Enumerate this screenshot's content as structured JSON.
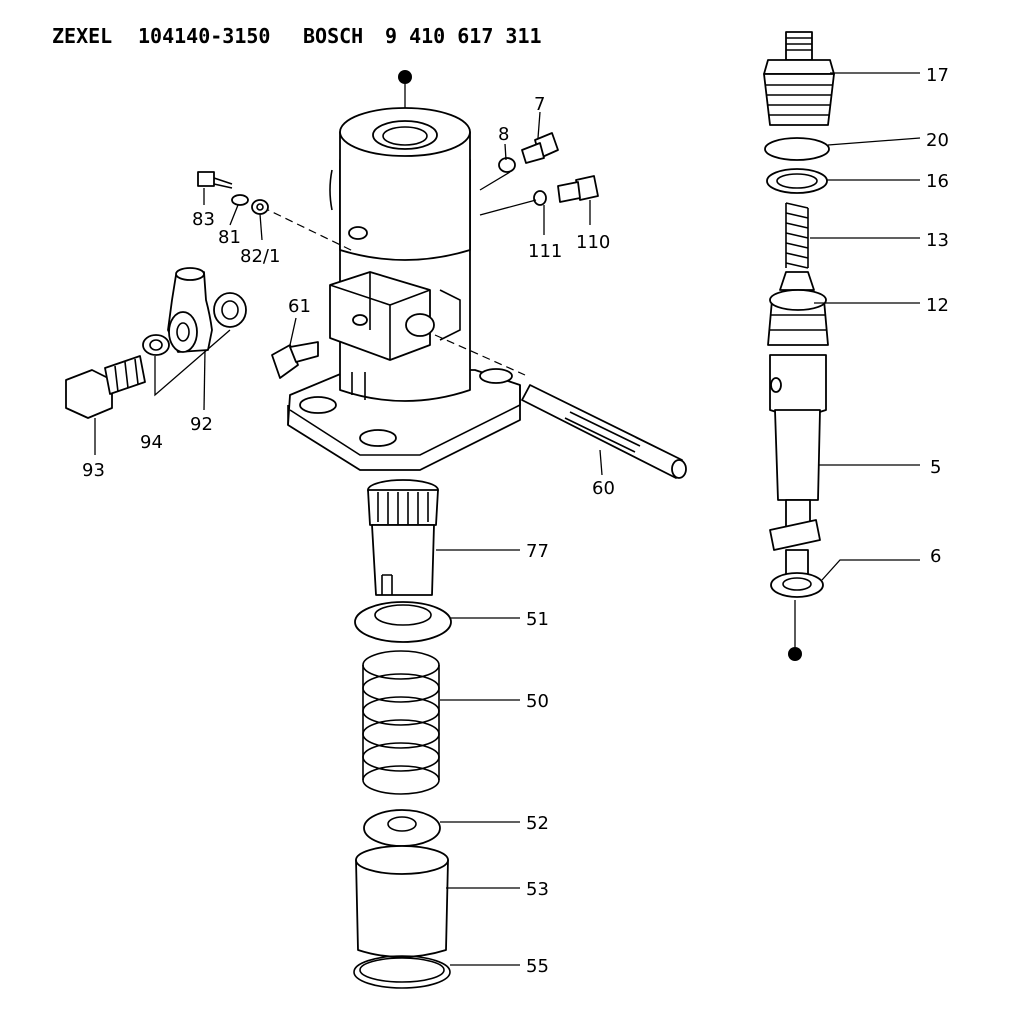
{
  "header": {
    "brand1": "ZEXEL",
    "part1": "104140-3150",
    "brand2": "BOSCH",
    "part2": "9 410 617 311"
  },
  "callouts": [
    "17",
    "20",
    "16",
    "13",
    "12",
    "5",
    "6",
    "7",
    "8",
    "83",
    "81",
    "82/1",
    "111",
    "110",
    "61",
    "93",
    "94",
    "92",
    "60",
    "77",
    "51",
    "50",
    "52",
    "53",
    "55"
  ]
}
